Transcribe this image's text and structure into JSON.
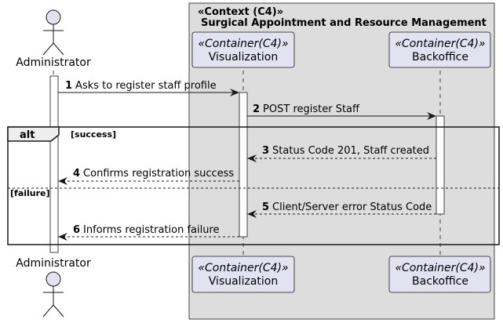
{
  "boundary": {
    "title_line1": "«Context (C4)»",
    "title_line2": "Surgical Appointment and Resource Management"
  },
  "participants": [
    {
      "id": "admin",
      "name": "Administrator",
      "kind": "actor"
    },
    {
      "id": "viz",
      "name": "Visualization",
      "stereotype": "«Container(C4)»",
      "kind": "container"
    },
    {
      "id": "back",
      "name": "Backoffice",
      "stereotype": "«Container(C4)»",
      "kind": "container"
    }
  ],
  "messages": [
    {
      "num": "1",
      "text": "Asks to register staff profile",
      "from": "admin",
      "to": "viz",
      "style": "solid"
    },
    {
      "num": "2",
      "text": "POST register Staff",
      "from": "viz",
      "to": "back",
      "style": "solid"
    },
    {
      "num": "3",
      "text": "Status Code 201, Staff created",
      "from": "back",
      "to": "viz",
      "style": "dashed"
    },
    {
      "num": "4",
      "text": "Confirms registration success",
      "from": "viz",
      "to": "admin",
      "style": "dashed"
    },
    {
      "num": "5",
      "text": "Client/Server error Status Code",
      "from": "back",
      "to": "viz",
      "style": "dashed"
    },
    {
      "num": "6",
      "text": "Informs registration failure",
      "from": "viz",
      "to": "admin",
      "style": "dashed"
    }
  ],
  "alt_frame": {
    "keyword": "alt",
    "guard_1": "[success]",
    "guard_2": "[failure]"
  },
  "colors": {
    "boundary_fill": "#dddddd",
    "participant_fill": "#e2e2f0",
    "border": "#181818"
  }
}
